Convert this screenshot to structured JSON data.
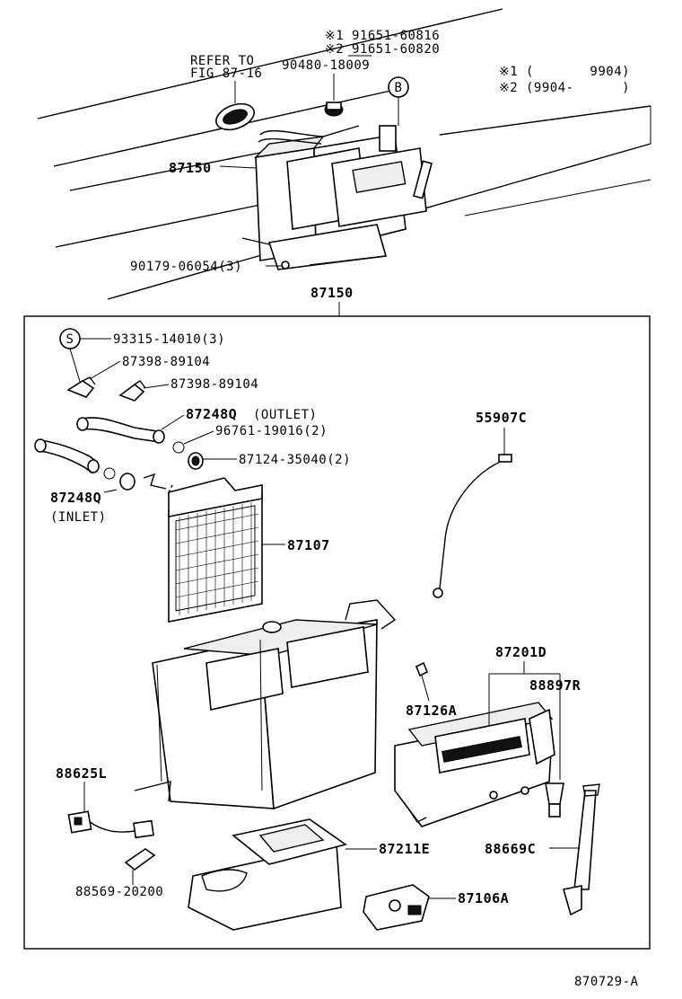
{
  "header": {
    "note1_mark": "※1",
    "note1_part": "91651-60816",
    "note2_mark": "※2",
    "note2_part": "91651-60820",
    "refer_line1": "REFER TO",
    "refer_line2": "FIG 87-16",
    "bolt_part": "90480-18009",
    "circle_b": "B",
    "legend1_mark": "※1",
    "legend1_text": "(       9904)",
    "legend2_mark": "※2",
    "legend2_text": "(9904-      )",
    "unit_part": "87150",
    "screw_part": "90179-06054(3)"
  },
  "assembly": {
    "title": "87150",
    "parts": {
      "screw_s_mark": "S",
      "screw_s": "93315-14010(3)",
      "clamp1": "87398-89104",
      "clamp2": "87398-89104",
      "hose_outlet": "87248Q",
      "hose_outlet_note": "(OUTLET)",
      "oring": "96761-19016(2)",
      "clamp3": "87124-35040(2)",
      "hose_inlet": "87248Q",
      "hose_inlet_note": "(INLET)",
      "core": "87107",
      "cable": "55907C",
      "damper": "87201D",
      "clip": "87126A",
      "joint": "88897R",
      "sensor": "88625L",
      "harness_clamp": "88569-20200",
      "case_lower": "87211E",
      "drain": "88669C",
      "servo": "87106A"
    }
  },
  "footer": {
    "fig_code": "870729-A"
  }
}
